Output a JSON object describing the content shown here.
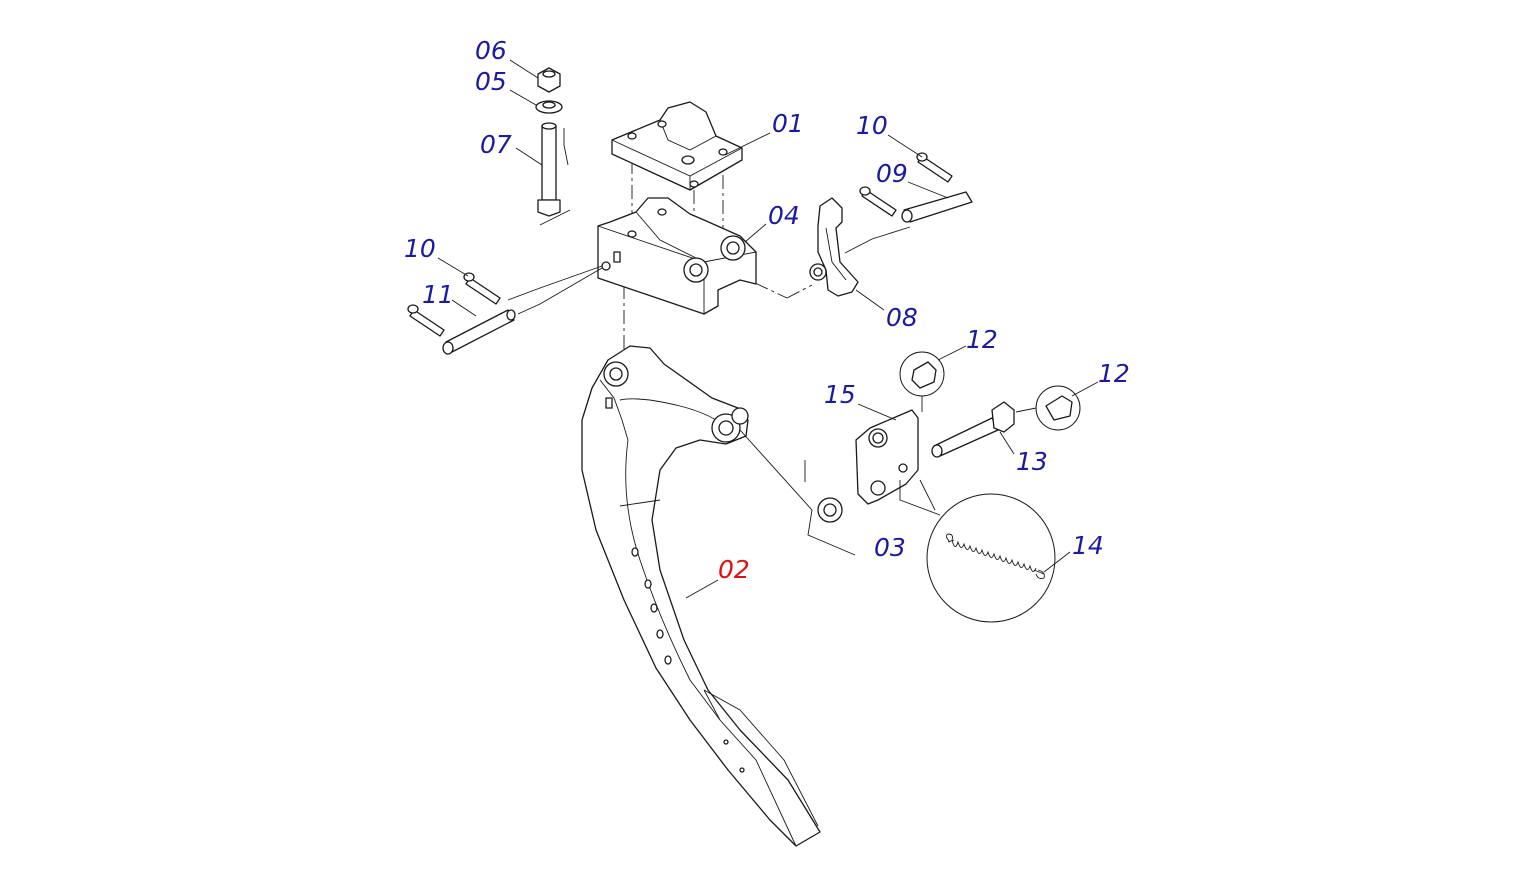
{
  "colors": {
    "callout": "#1a1aa6",
    "highlight": "#e01010",
    "line": "#1a1a1a"
  },
  "callouts": [
    {
      "id": "06",
      "text": "06",
      "highlight": false
    },
    {
      "id": "05",
      "text": "05",
      "highlight": false
    },
    {
      "id": "07",
      "text": "07",
      "highlight": false
    },
    {
      "id": "01",
      "text": "01",
      "highlight": false
    },
    {
      "id": "10a",
      "text": "10",
      "highlight": false
    },
    {
      "id": "09",
      "text": "09",
      "highlight": false
    },
    {
      "id": "04",
      "text": "04",
      "highlight": false
    },
    {
      "id": "10b",
      "text": "10",
      "highlight": false
    },
    {
      "id": "11",
      "text": "11",
      "highlight": false
    },
    {
      "id": "08",
      "text": "08",
      "highlight": false
    },
    {
      "id": "12a",
      "text": "12",
      "highlight": false
    },
    {
      "id": "12b",
      "text": "12",
      "highlight": false
    },
    {
      "id": "15",
      "text": "15",
      "highlight": false
    },
    {
      "id": "13",
      "text": "13",
      "highlight": false
    },
    {
      "id": "03",
      "text": "03",
      "highlight": false
    },
    {
      "id": "14",
      "text": "14",
      "highlight": false
    },
    {
      "id": "02",
      "text": "02",
      "highlight": true
    }
  ]
}
